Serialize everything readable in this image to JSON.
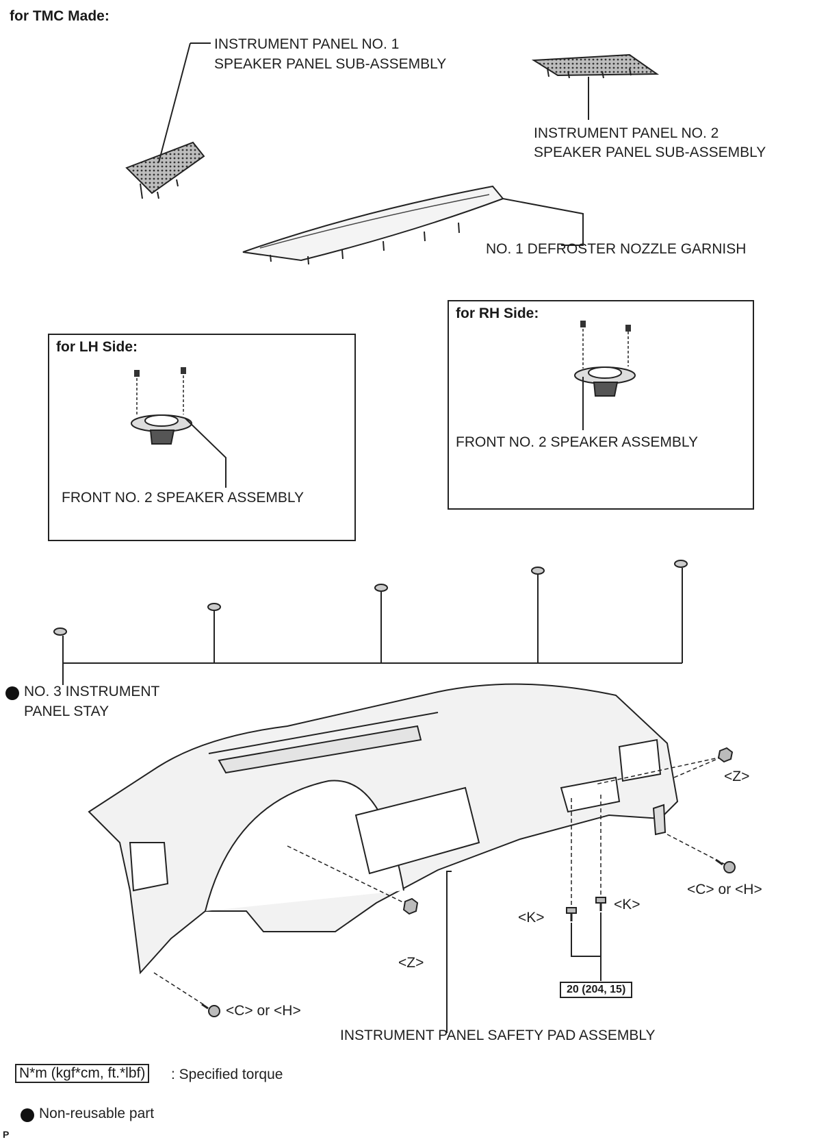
{
  "title": "for TMC Made:",
  "parts": {
    "speaker_panel_1": [
      "INSTRUMENT PANEL NO. 1",
      "SPEAKER PANEL SUB-ASSEMBLY"
    ],
    "speaker_panel_2": [
      "INSTRUMENT PANEL NO. 2",
      "SPEAKER PANEL SUB-ASSEMBLY"
    ],
    "defroster": "NO. 1 DEFROSTER NOZZLE GARNISH",
    "stay": [
      "NO. 3 INSTRUMENT",
      "PANEL STAY"
    ],
    "safety_pad": "INSTRUMENT PANEL SAFETY PAD ASSEMBLY"
  },
  "lh_box": {
    "heading": "for LH Side:",
    "label": "FRONT NO. 2 SPEAKER ASSEMBLY"
  },
  "rh_box": {
    "heading": "for RH Side:",
    "label": "FRONT NO. 2 SPEAKER ASSEMBLY"
  },
  "fasteners": {
    "z_top": "<Z>",
    "z_bottom": "<Z>",
    "ch_right": "<C> or <H>",
    "ch_left": "<C> or <H>",
    "k_left": "<K>",
    "k_right": "<K>"
  },
  "torque_value": "20 (204, 15)",
  "legend": {
    "torque_box": "N*m (kgf*cm, ft.*lbf)",
    "torque_text": ": Specified torque",
    "nonreusable_text": "Non-reusable part"
  },
  "corner_mark": "P",
  "colors": {
    "line": "#222222",
    "hatch": "#555555",
    "fill": "#f2f2f2"
  }
}
